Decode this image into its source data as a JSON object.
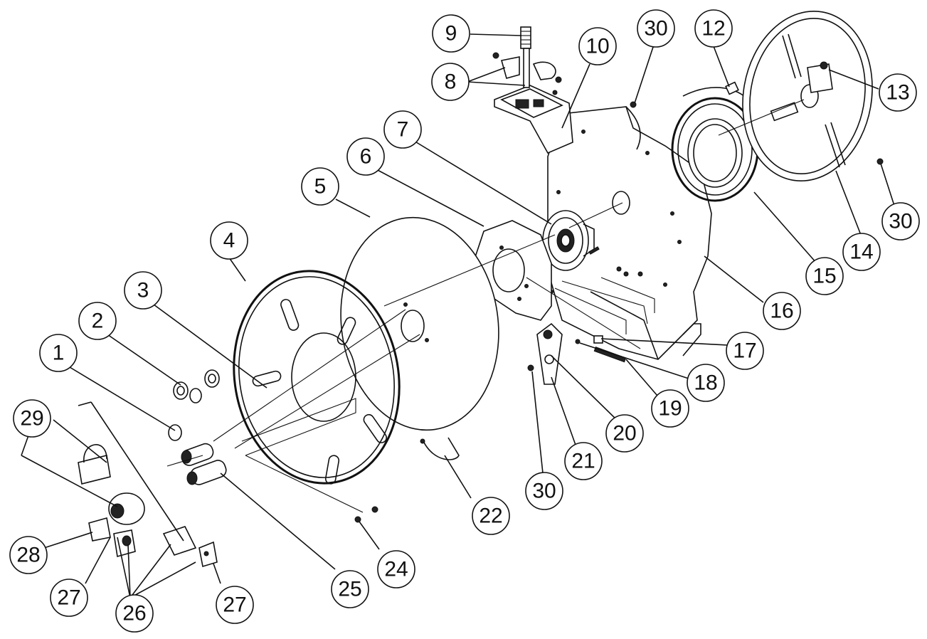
{
  "callouts": [
    {
      "id": "c1",
      "label": "1"
    },
    {
      "id": "c2",
      "label": "2"
    },
    {
      "id": "c3",
      "label": "3"
    },
    {
      "id": "c4",
      "label": "4"
    },
    {
      "id": "c5",
      "label": "5"
    },
    {
      "id": "c6",
      "label": "6"
    },
    {
      "id": "c7",
      "label": "7"
    },
    {
      "id": "c8",
      "label": "8"
    },
    {
      "id": "c9",
      "label": "9"
    },
    {
      "id": "c10",
      "label": "10"
    },
    {
      "id": "c30a",
      "label": "30"
    },
    {
      "id": "c12",
      "label": "12"
    },
    {
      "id": "c13",
      "label": "13"
    },
    {
      "id": "c30b",
      "label": "30"
    },
    {
      "id": "c14",
      "label": "14"
    },
    {
      "id": "c15",
      "label": "15"
    },
    {
      "id": "c16",
      "label": "16"
    },
    {
      "id": "c17",
      "label": "17"
    },
    {
      "id": "c18",
      "label": "18"
    },
    {
      "id": "c19",
      "label": "19"
    },
    {
      "id": "c20",
      "label": "20"
    },
    {
      "id": "c21",
      "label": "21"
    },
    {
      "id": "c30c",
      "label": "30"
    },
    {
      "id": "c22",
      "label": "22"
    },
    {
      "id": "c24",
      "label": "24"
    },
    {
      "id": "c25",
      "label": "25"
    },
    {
      "id": "c26",
      "label": "26"
    },
    {
      "id": "c27a",
      "label": "27"
    },
    {
      "id": "c27b",
      "label": "27"
    },
    {
      "id": "c28",
      "label": "28"
    },
    {
      "id": "c29",
      "label": "29"
    }
  ]
}
